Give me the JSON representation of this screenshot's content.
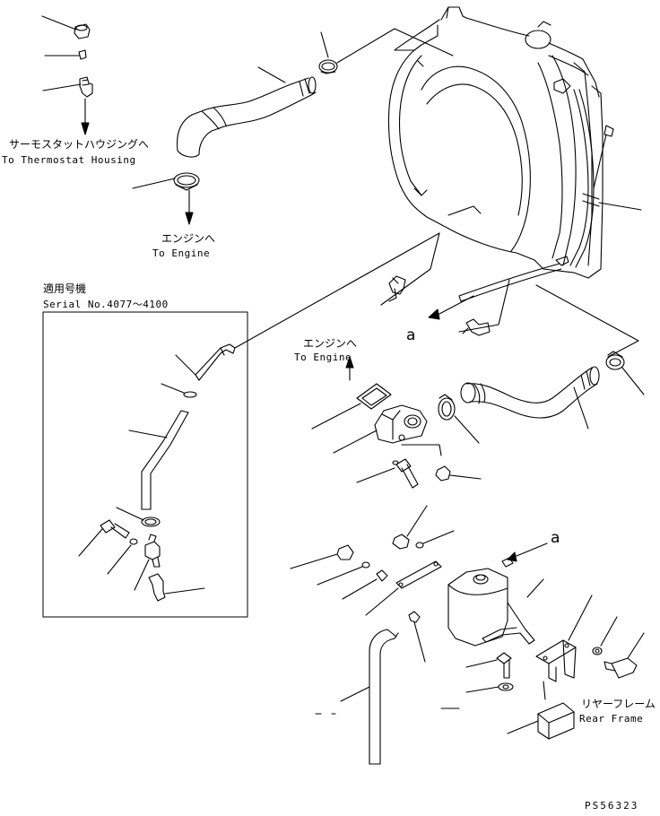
{
  "labels": {
    "thermostat_jp": "サーモスタットハウジングへ",
    "thermostat_en": "To Thermostat Housing",
    "engine1_jp": "エンジンへ",
    "engine1_en": "To Engine",
    "engine2_jp": "エンジンへ",
    "engine2_en": "To Engine",
    "serial_jp": "適用号機",
    "serial_en": "Serial No.4077～4100",
    "ref_a1": "a",
    "ref_a2": "a",
    "rear_jp": "リヤーフレーム",
    "rear_en": "Rear Frame",
    "code": "PS56323"
  }
}
